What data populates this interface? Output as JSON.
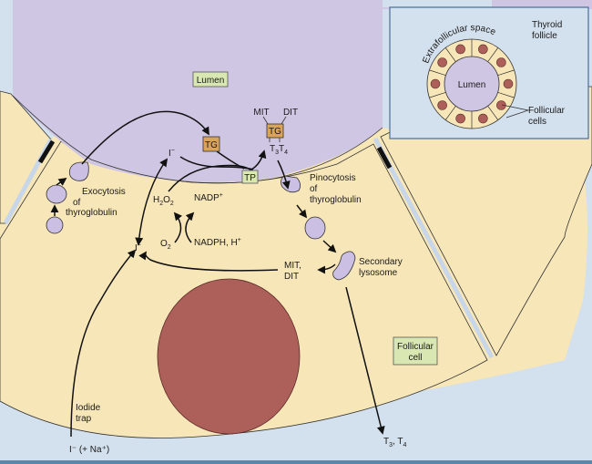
{
  "colors": {
    "background": "#d3e0ed",
    "lumen": "#cfc6e3",
    "cell": "#f7e6b8",
    "nucleus": "#ad5f5a",
    "tg_box": "#d9a35a",
    "green_box": "#d9e8b3",
    "vesicle": "#cbbfe4"
  },
  "labels": {
    "lumen": "Lumen",
    "follicular_cell": [
      "Follicular",
      "cell"
    ],
    "tg_left": "TG",
    "tg_right": "TG",
    "tp": "TP",
    "mit": "MIT",
    "dit": "DIT",
    "t3t4_top": {
      "t": "T",
      "s3": "3",
      "s4": "4"
    },
    "iodide_lumen": "I",
    "iodide_cell": "I",
    "minus": "−",
    "h2o2": {
      "h": "H",
      "s2": "2",
      "o": "O"
    },
    "nadp": "NADP",
    "plus": "+",
    "o2": {
      "o": "O",
      "s2": "2"
    },
    "nadph": "NADPH, H",
    "exocytosis": [
      "Exocytosis",
      "of",
      "thyroglobulin"
    ],
    "pinocytosis": [
      "Pinocytosis",
      "of",
      "thyroglobulin"
    ],
    "secondary_lysosome": [
      "Secondary",
      "lysosome"
    ],
    "mit_dit": [
      "MIT,",
      "DIT"
    ],
    "iodide_trap": [
      "Iodide",
      "trap"
    ],
    "iodide_in": "I⁻ (+ Na⁺)",
    "t3t4_out": {
      "t": "T",
      "s3": "3",
      "sep": ", T",
      "s4": "4"
    }
  },
  "inset": {
    "title": [
      "Thyroid",
      "follicle"
    ],
    "extrafollicular": "Extrafollicular space",
    "lumen": "Lumen",
    "follicular_cells": [
      "Follicular",
      "cells"
    ]
  }
}
